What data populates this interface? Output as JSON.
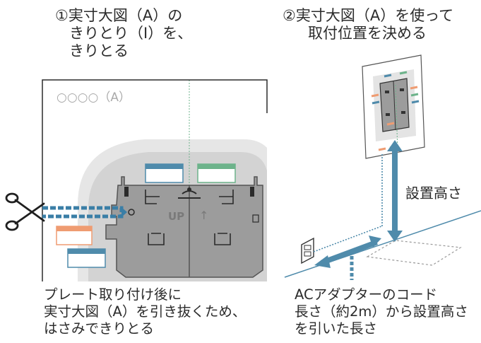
{
  "step1": {
    "title_lines": [
      "①実寸大図（A）の",
      "きりとり（I）を、",
      "きりとる"
    ],
    "sheet_label": "○○○○（A）",
    "up_label": "UP",
    "up_arrow": "↑",
    "caption_lines": [
      "プレート取り付け後に",
      "実寸大図（A）を引き抜くため、",
      "はさみできりとる"
    ]
  },
  "step2": {
    "title_lines": [
      "②実寸大図（A）を使って",
      "取付位置を決める"
    ],
    "height_label": "設置高さ",
    "caption_lines": [
      "ACアダプターのコード",
      "長さ（約2m）から設置高さ",
      "を引いた長さ"
    ]
  },
  "icons": [
    "scissors-icon",
    "outlet-icon"
  ],
  "colors": {
    "accent_blue": "#4f8bab",
    "accent_green": "#6db38b",
    "accent_orange": "#ef9c72",
    "plate_gray": "#9c9c9c",
    "plate_stroke": "#555555",
    "panel_gray": "#d7d7d7"
  }
}
